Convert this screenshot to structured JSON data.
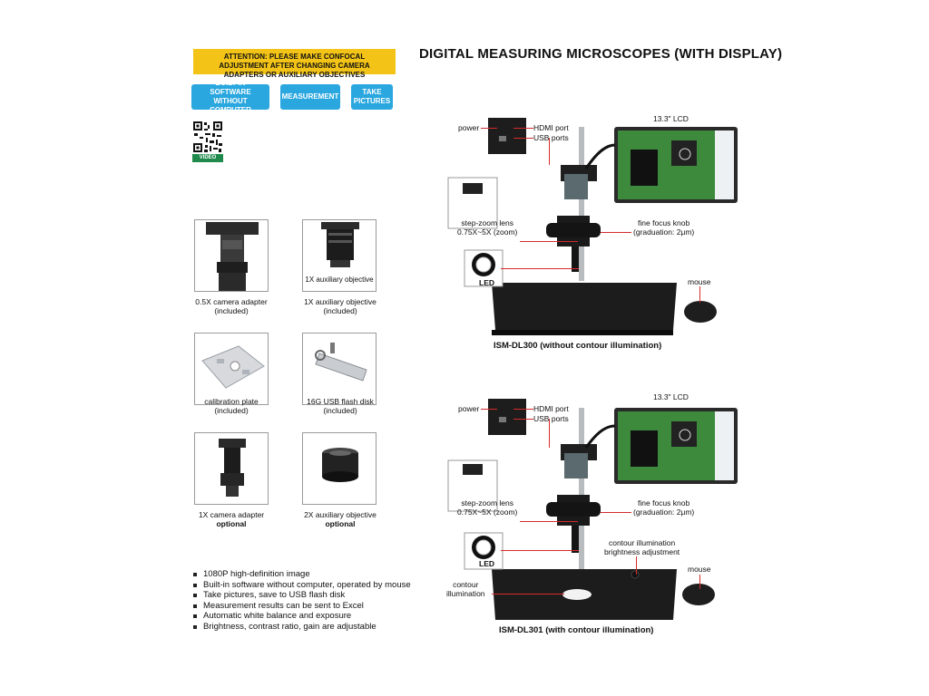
{
  "header": {
    "attention": "ATTENTION: PLEASE MAKE CONFOCAL ADJUSTMENT AFTER CHANGING CAMERA ADAPTERS OR AUXILIARY OBJECTIVES",
    "title": "DIGITAL MEASURING MICROSCOPES (WITH DISPLAY)",
    "badges": [
      "BUILT-IN SOFTWARE WITHOUT COMPUTER",
      "MEASUREMENT",
      "TAKE PICTURES"
    ],
    "qr_label": "VIDEO"
  },
  "accessories": [
    {
      "caption": "0.5X camera adapter",
      "note": "(included)",
      "inner_label": "",
      "optional": false
    },
    {
      "caption": "1X auxiliary objective",
      "note": "(included)",
      "inner_label": "1X auxiliary objective",
      "optional": false
    },
    {
      "caption": "calibration plate",
      "note": "(included)",
      "inner_label": "",
      "optional": false
    },
    {
      "caption": "16G USB flash disk",
      "note": "(included)",
      "inner_label": "",
      "optional": false
    },
    {
      "caption": "1X camera adapter",
      "note": "optional",
      "inner_label": "",
      "optional": true
    },
    {
      "caption": "2X auxiliary objective",
      "note": "optional",
      "inner_label": "",
      "optional": true
    }
  ],
  "features": [
    "1080P high-definition image",
    "Built-in software without computer, operated by mouse",
    "Take pictures, save to USB flash disk",
    "Measurement results can be sent to Excel",
    "Automatic white balance and exposure",
    "Brightness, contrast ratio, gain are adjustable"
  ],
  "models": [
    {
      "name": "ISM-DL300 (without contour illumination)",
      "labels": {
        "power": "power",
        "hdmi": "HDMI port",
        "usb": "USB ports",
        "lcd": "13.3\" LCD",
        "lens": "step-zoom lens",
        "lens_range": "0.75X~5X (zoom)",
        "focus": "fine focus knob",
        "focus_grad": "(graduation: 2μm)",
        "led": "LED",
        "mouse": "mouse"
      }
    },
    {
      "name": "ISM-DL301 (with contour illumination)",
      "labels": {
        "power": "power",
        "hdmi": "HDMI port",
        "usb": "USB ports",
        "lcd": "13.3\" LCD",
        "lens": "step-zoom lens",
        "lens_range": "0.75X~5X (zoom)",
        "focus": "fine focus knob",
        "focus_grad": "(graduation: 2μm)",
        "led": "LED",
        "mouse": "mouse",
        "contour_adj": "contour illumination",
        "contour_adj2": "brightness adjustment",
        "contour": "contour",
        "contour2": "illumination"
      }
    }
  ],
  "colors": {
    "accent_yellow": "#f3c417",
    "accent_blue": "#2aa7df",
    "leader_red": "#d62a2a",
    "pcb_green": "#3d8a3d"
  }
}
